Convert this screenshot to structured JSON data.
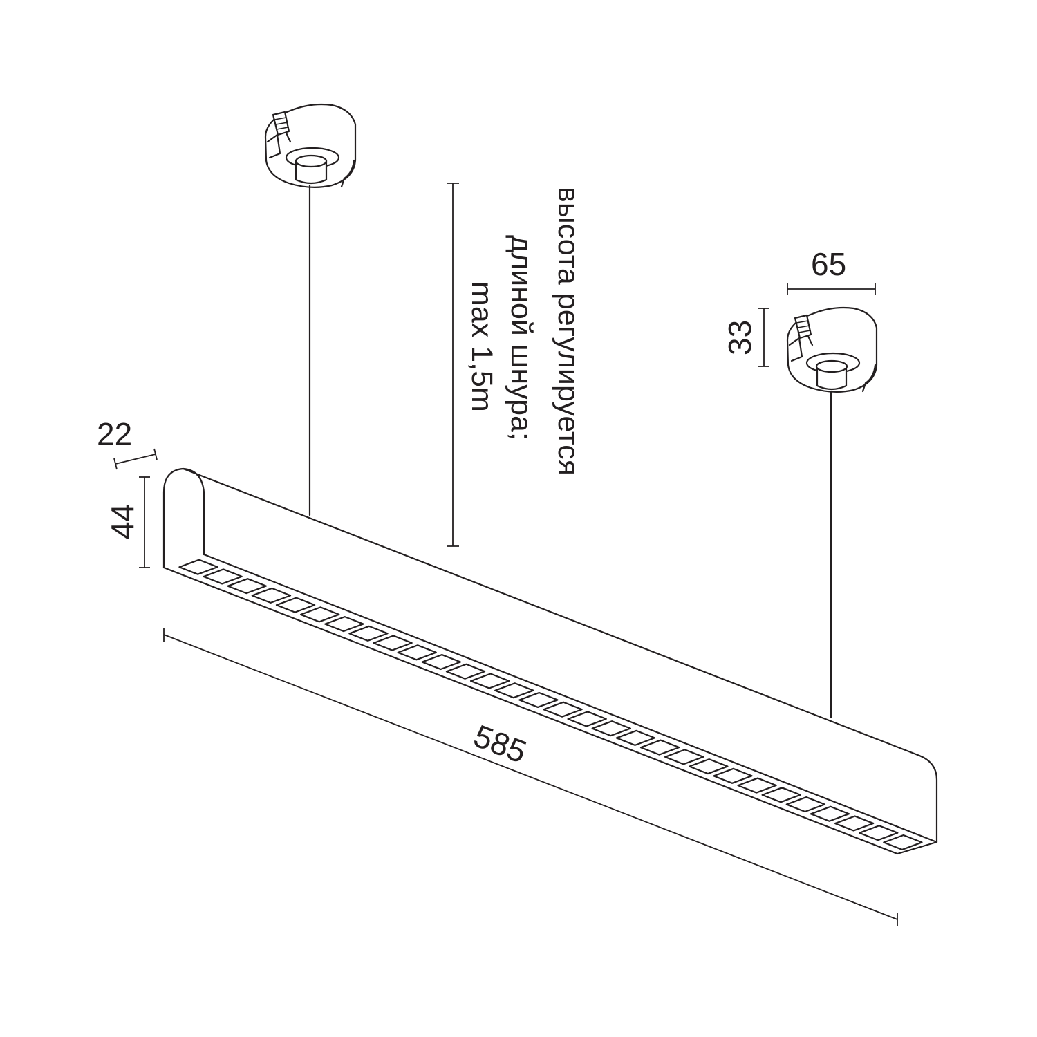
{
  "dimensions": {
    "length": "585",
    "height": "44",
    "width": "22",
    "canopy_diameter": "65",
    "canopy_height": "33"
  },
  "note": {
    "line1": "высота регулируется",
    "line2": "длиной шнура;",
    "line3": "max 1,5m"
  },
  "colors": {
    "line": "#231f20",
    "background": "#ffffff"
  },
  "louvre_cells": 30
}
